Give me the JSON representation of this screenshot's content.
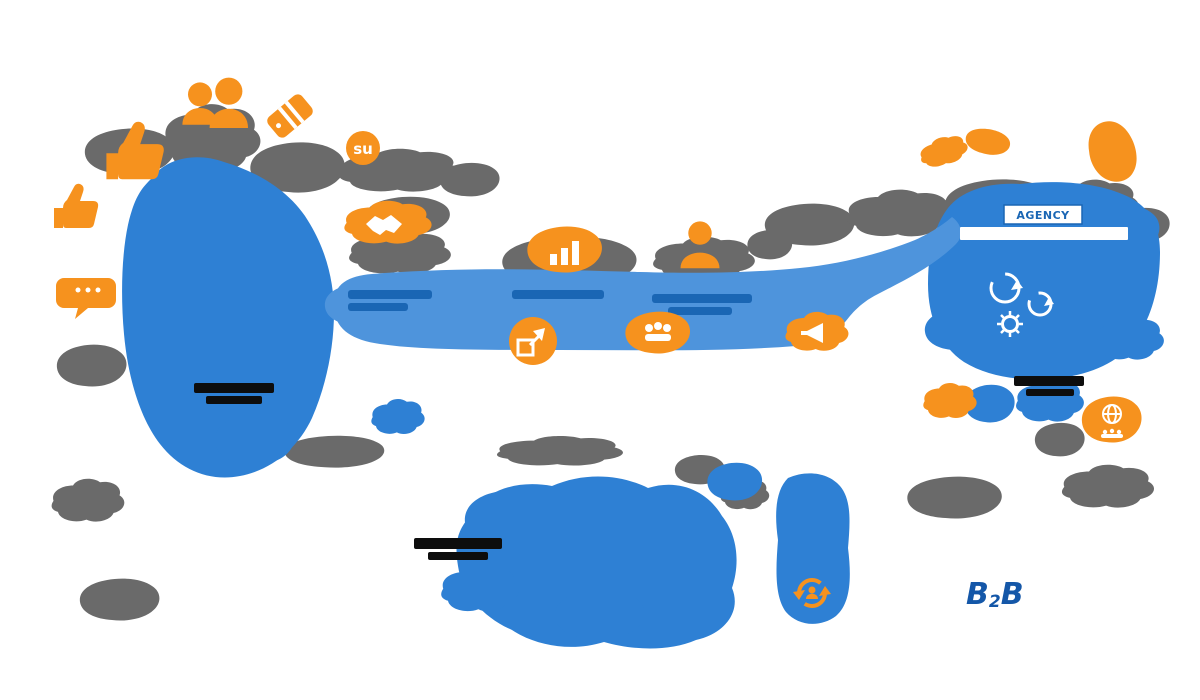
{
  "labels": {
    "agency": "AGENCY",
    "stumbleupon": "su",
    "b2b": {
      "b1": "B",
      "sub": "2",
      "b2": "B"
    }
  },
  "colors": {
    "orange": "#F6921E",
    "blue": "#2E80D4",
    "band_blue": "#4E94DC",
    "dark_blue_text": "#1A66B4",
    "deep_blue": "#1457A8",
    "gray": "#6A6A6A",
    "black": "#0D0D0D",
    "white": "#FFFFFF"
  },
  "icons": {
    "thumbs-up-icon": "👍",
    "two-people-icon": "👥",
    "price-tag-icon": "🏷",
    "stumbleupon-icon": "su",
    "thumb-small-icon": "👍",
    "chat-bubble-icon": "💬",
    "handshake-icon": "🤝",
    "bar-chart-icon": "📊",
    "person-icon": "👤",
    "growth-chart-icon": "📈",
    "audience-icon": "👥",
    "megaphone-icon": "📣",
    "bird-icon": "🐦",
    "hand-icon": "✋",
    "globe-users-icon": "🌐",
    "sync-arrows-icon": "🔄",
    "refresh-icon": "🔄",
    "gear-icon": "⚙",
    "browser-bar": "▭"
  }
}
